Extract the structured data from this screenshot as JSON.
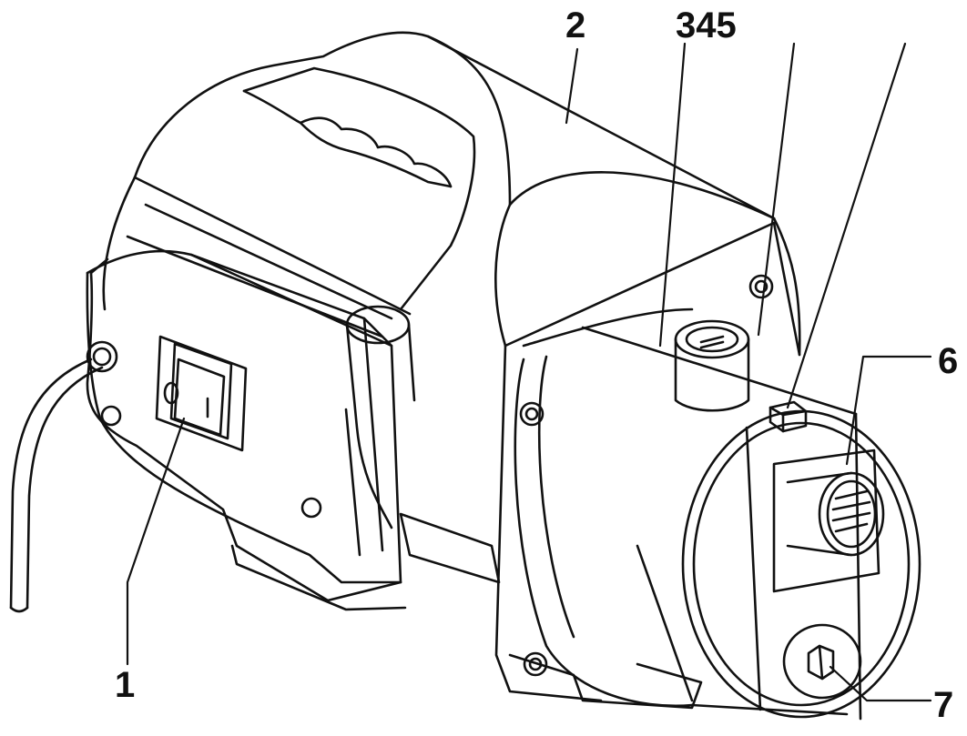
{
  "callouts": {
    "c1": "1",
    "c2": "2",
    "c345": "345",
    "c6": "6",
    "c7": "7"
  },
  "colors": {
    "ink": "#111111",
    "paper": "#ffffff"
  }
}
